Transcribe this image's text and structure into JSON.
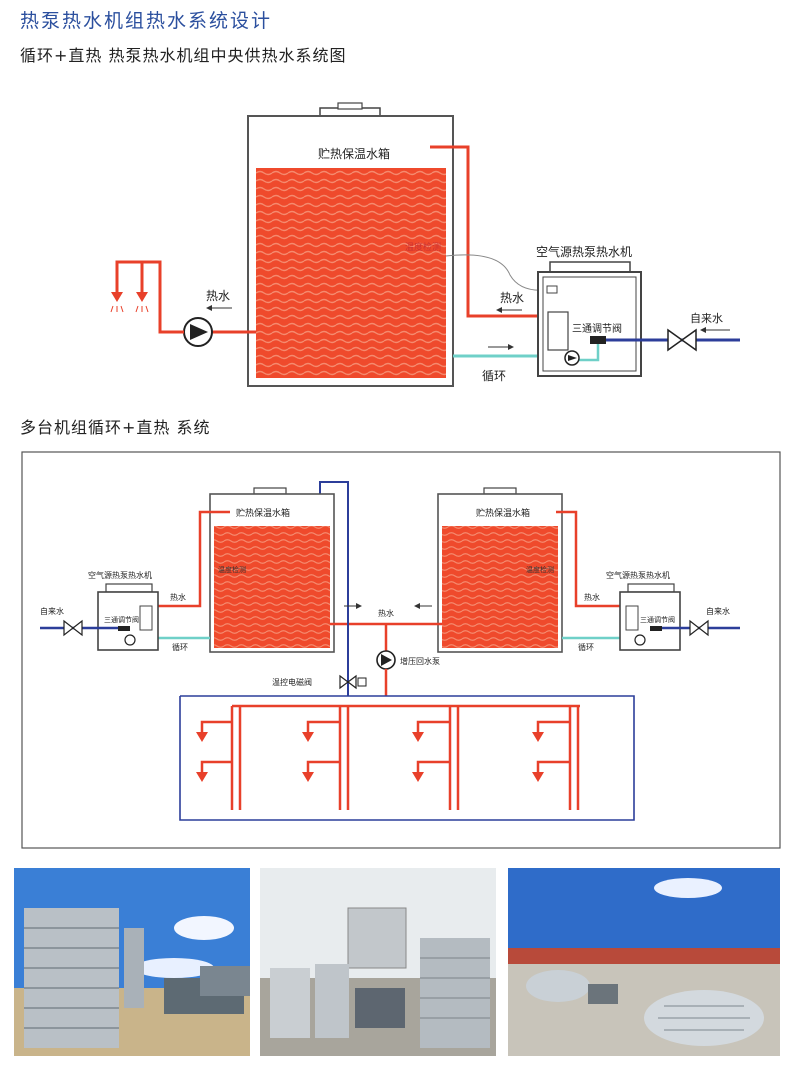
{
  "header": {
    "page_title": "热泵热水机组热水系统设计",
    "subtitle": "循环+直热 热泵热水机组中央供热水系统图",
    "section2_title": "多台机组循环+直热 系统"
  },
  "diagram1": {
    "tank_label": "贮热保温水箱",
    "temp_sensor": "温度检测",
    "unit_label": "空气源热泵热水机",
    "valve_label": "三通调节阀",
    "hot_water_out": "热水",
    "hot_water_in": "热水",
    "cold_water": "自来水",
    "circulation": "循环"
  },
  "diagram2": {
    "left_tank_label": "贮热保温水箱",
    "right_tank_label": "贮热保温水箱",
    "left_temp_sensor": "温度检测",
    "right_temp_sensor": "温度检测",
    "left_unit_label": "空气源热泵热水机",
    "right_unit_label": "空气源热泵热水机",
    "left_valve": "三通调节阀",
    "right_valve": "三通调节阀",
    "left_hot": "热水",
    "right_hot": "热水",
    "left_cold": "自来水",
    "right_cold": "自来水",
    "left_circ": "循环",
    "right_circ": "循环",
    "center_hot": "热水",
    "booster_pump": "增压回水泵",
    "solenoid_valve": "温控电磁阀"
  },
  "colors": {
    "hot_pipe": "#e8402a",
    "tank_fill": "#ef4a2c",
    "cold_pipe": "#2c3e9a",
    "circ_pipe": "#6fd0c8",
    "title_blue": "#2b4f9e"
  }
}
